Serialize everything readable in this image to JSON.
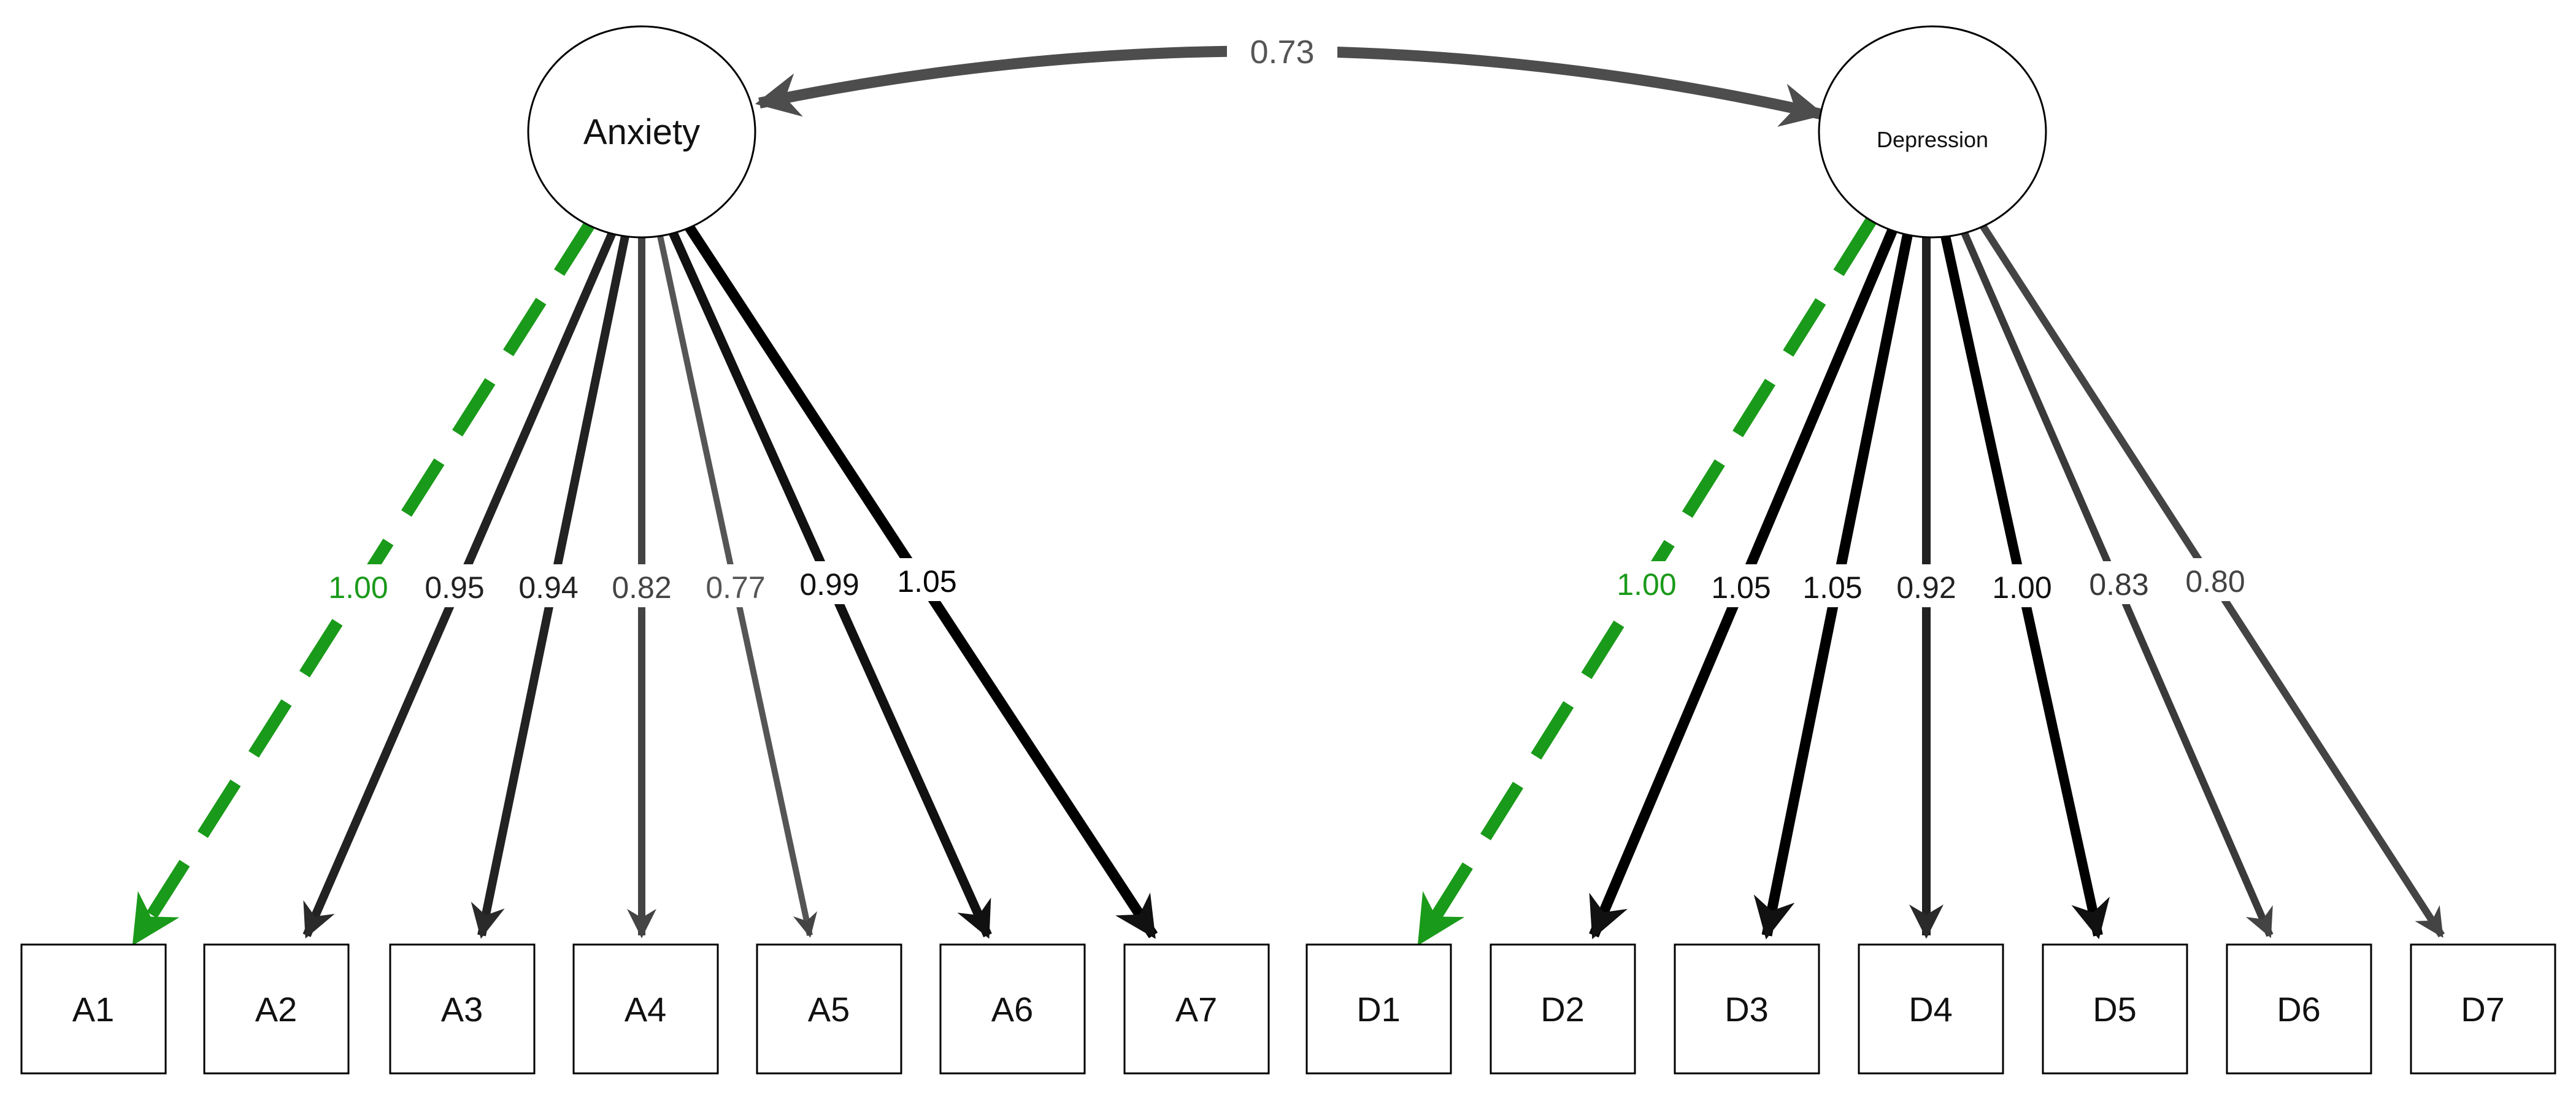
{
  "correlation": {
    "label": "0.73"
  },
  "factors": [
    {
      "name": "Anxiety",
      "indicators": [
        "A1",
        "A2",
        "A3",
        "A4",
        "A5",
        "A6",
        "A7"
      ],
      "loadings": [
        "1.00",
        "0.95",
        "0.94",
        "0.82",
        "0.77",
        "0.99",
        "1.05"
      ]
    },
    {
      "name": "Depression",
      "indicators": [
        "D1",
        "D2",
        "D3",
        "D4",
        "D5",
        "D6",
        "D7"
      ],
      "loadings": [
        "1.00",
        "1.05",
        "1.05",
        "0.92",
        "1.00",
        "0.83",
        "0.80"
      ]
    }
  ],
  "colors": {
    "fixed_loading": "#1a9a1a",
    "covariance": "#4d4d4d",
    "outline": "#000000"
  }
}
